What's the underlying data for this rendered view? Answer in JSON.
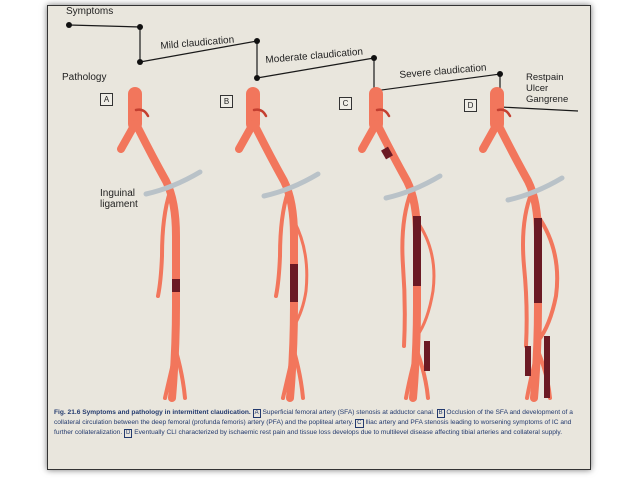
{
  "labels": {
    "symptoms": "Symptoms",
    "pathology": "Pathology",
    "mild": "Mild claudication",
    "moderate": "Moderate claudication",
    "severe": "Severe claudication",
    "restpain": "Restpain",
    "ulcer": "Ulcer",
    "gangrene": "Gangrene",
    "inguinal_1": "Inguinal",
    "inguinal_2": "ligament"
  },
  "panels": [
    "A",
    "B",
    "C",
    "D"
  ],
  "caption": {
    "fig": "Fig. 21.6",
    "title": "Symptoms and pathology in intermittent claudication.",
    "a": "Superficial femoral artery (SFA) stenosis at adductor canal.",
    "b": "Occlusion of the SFA and development of a collateral circulation between the deep femoral (profunda femoris) artery (PFA) and the popliteal artery.",
    "c": "Iliac artery and PFA stenosis leading to worsening symptoms of IC and further collateralization.",
    "d": "Eventually CLI characterized by ischaemic rest pain and tissue loss develops due to multilevel disease affecting tibial arteries and collateral supply."
  },
  "colors": {
    "artery": "#f2765c",
    "disease": "#6b1a24",
    "ligament": "#b9c2c8",
    "line": "#1a1a1a"
  }
}
